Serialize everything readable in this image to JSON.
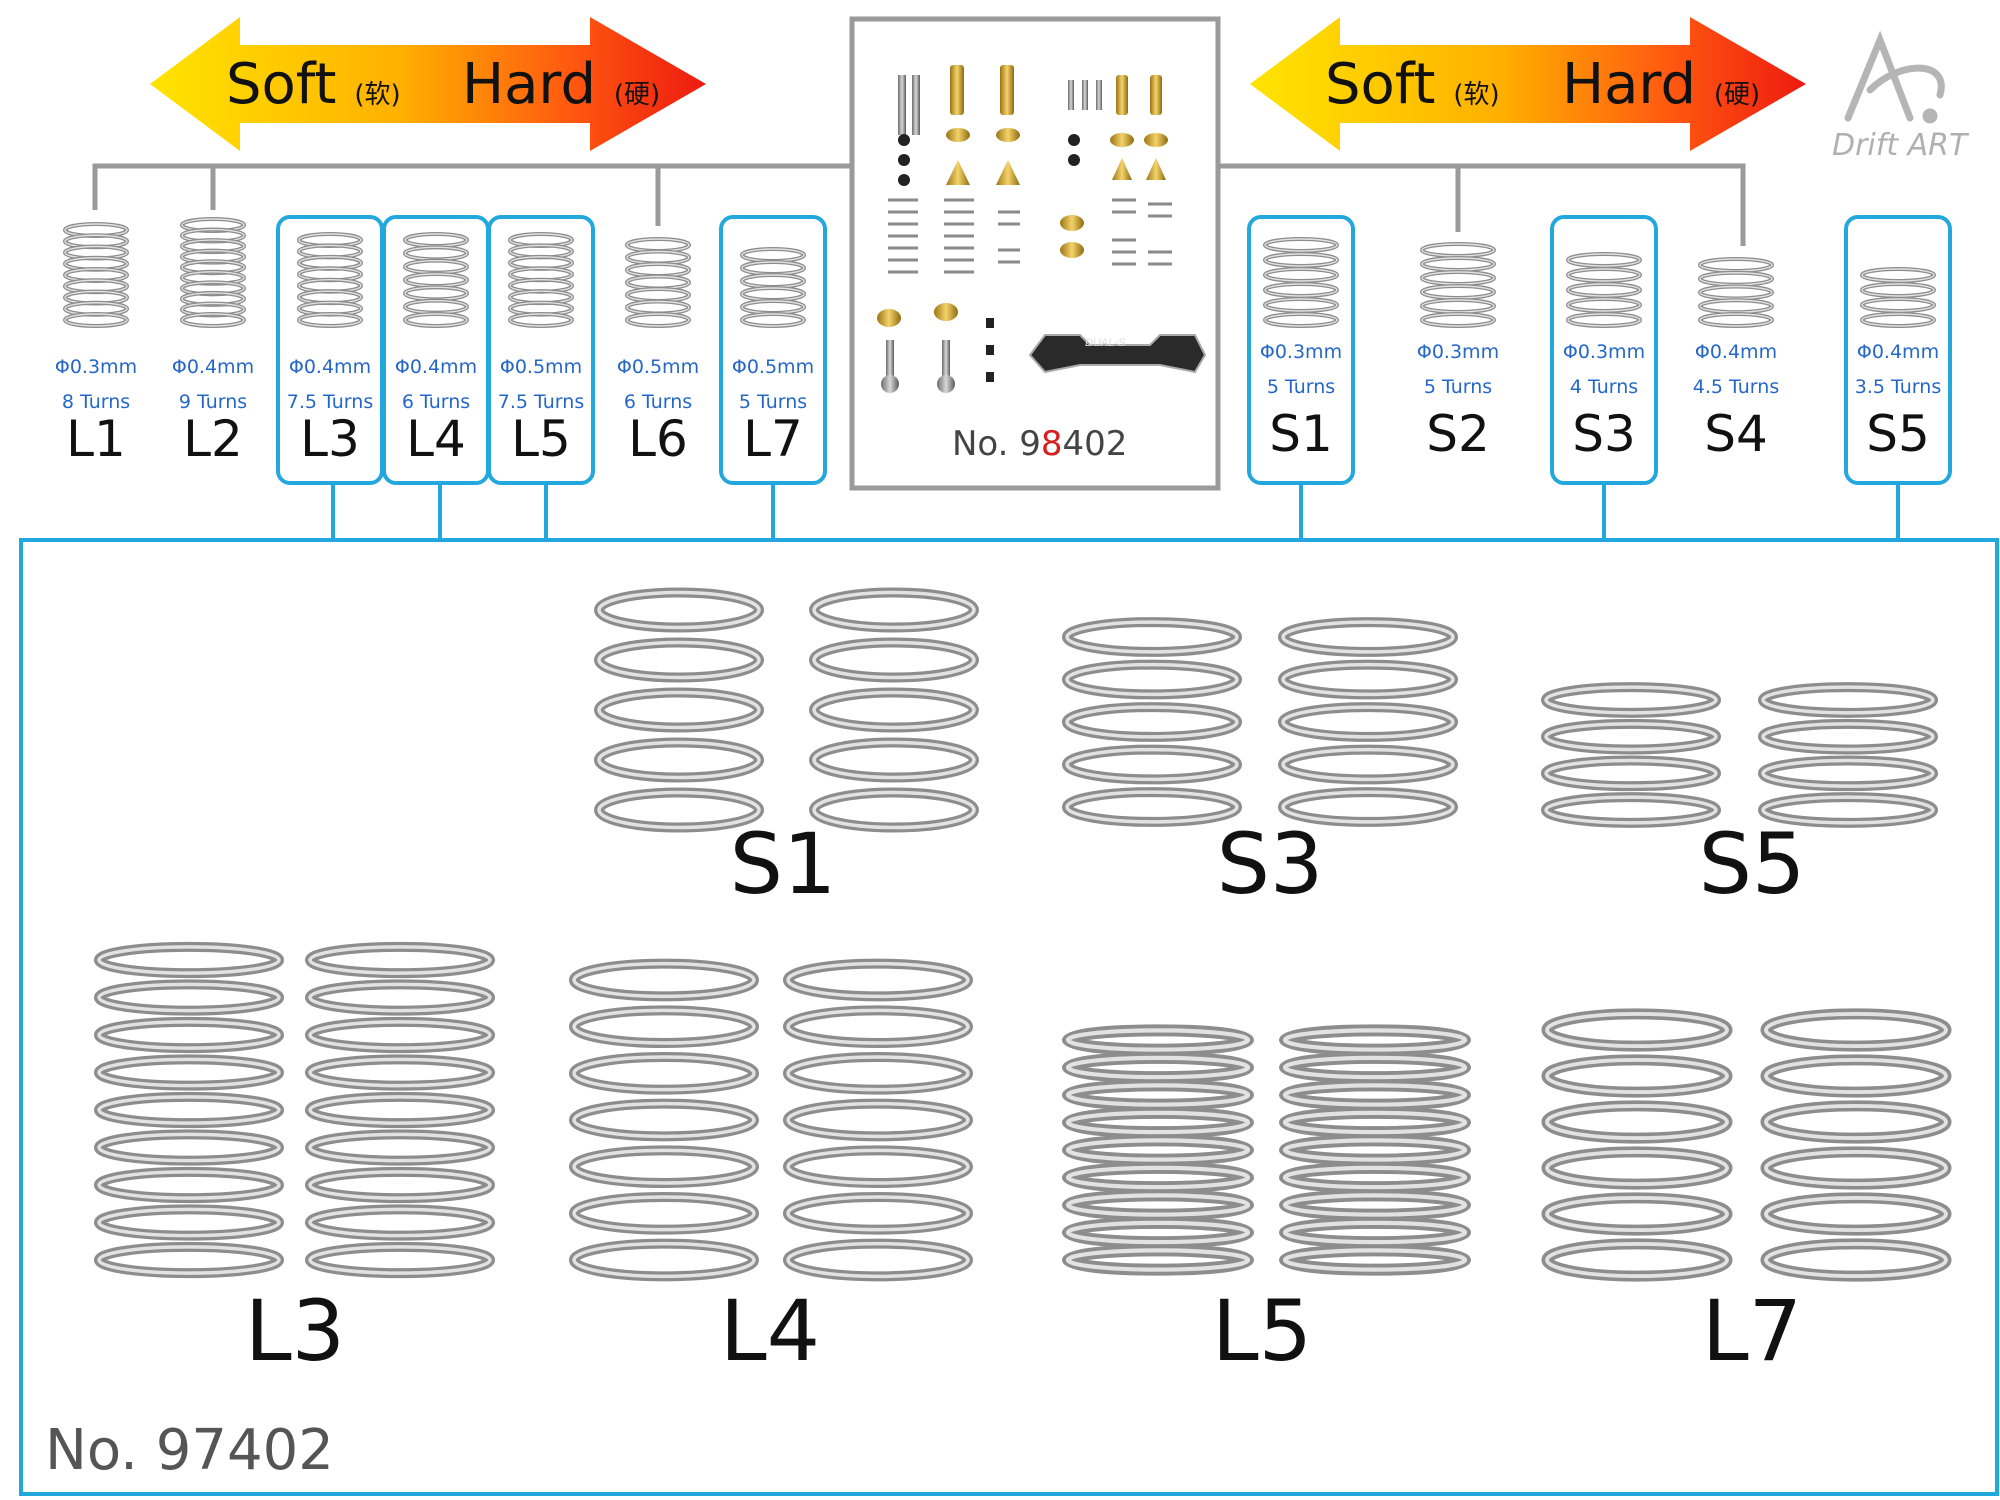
{
  "arrows": [
    {
      "soft": "Soft",
      "soft_cn": "(软)",
      "hard": "Hard",
      "hard_cn": "(硬)"
    },
    {
      "soft": "Soft",
      "soft_cn": "(软)",
      "hard": "Hard",
      "hard_cn": "(硬)"
    }
  ],
  "brand": {
    "logo_letters": "A",
    "name": "Drift ART"
  },
  "center_kit": {
    "part_no_prefix": "No. 9",
    "part_no_highlight": "8",
    "part_no_suffix": "402",
    "plate_text": "DUAL-S"
  },
  "long_springs": [
    {
      "wire": "Φ0.3mm",
      "turns": "8 Turns",
      "code": "L1",
      "highlighted": false
    },
    {
      "wire": "Φ0.4mm",
      "turns": "9 Turns",
      "code": "L2",
      "highlighted": false
    },
    {
      "wire": "Φ0.4mm",
      "turns": "7.5 Turns",
      "code": "L3",
      "highlighted": true
    },
    {
      "wire": "Φ0.4mm",
      "turns": "6 Turns",
      "code": "L4",
      "highlighted": true
    },
    {
      "wire": "Φ0.5mm",
      "turns": "7.5 Turns",
      "code": "L5",
      "highlighted": true
    },
    {
      "wire": "Φ0.5mm",
      "turns": "6 Turns",
      "code": "L6",
      "highlighted": false
    },
    {
      "wire": "Φ0.5mm",
      "turns": "5 Turns",
      "code": "L7",
      "highlighted": true
    }
  ],
  "short_springs": [
    {
      "wire": "Φ0.3mm",
      "turns": "5 Turns",
      "code": "S1",
      "highlighted": true
    },
    {
      "wire": "Φ0.3mm",
      "turns": "5 Turns",
      "code": "S2",
      "highlighted": false
    },
    {
      "wire": "Φ0.3mm",
      "turns": "4 Turns",
      "code": "S3",
      "highlighted": true
    },
    {
      "wire": "Φ0.4mm",
      "turns": "4.5 Turns",
      "code": "S4",
      "highlighted": false
    },
    {
      "wire": "Φ0.4mm",
      "turns": "3.5 Turns",
      "code": "S5",
      "highlighted": true
    }
  ],
  "detail": {
    "labels": [
      "S1",
      "S3",
      "S5",
      "L3",
      "L4",
      "L5",
      "L7"
    ],
    "part_no": "No. 97402"
  },
  "colors": {
    "accent": "#23a8dd",
    "spec_blue": "#2567c9",
    "highlight_red": "#d42020"
  }
}
